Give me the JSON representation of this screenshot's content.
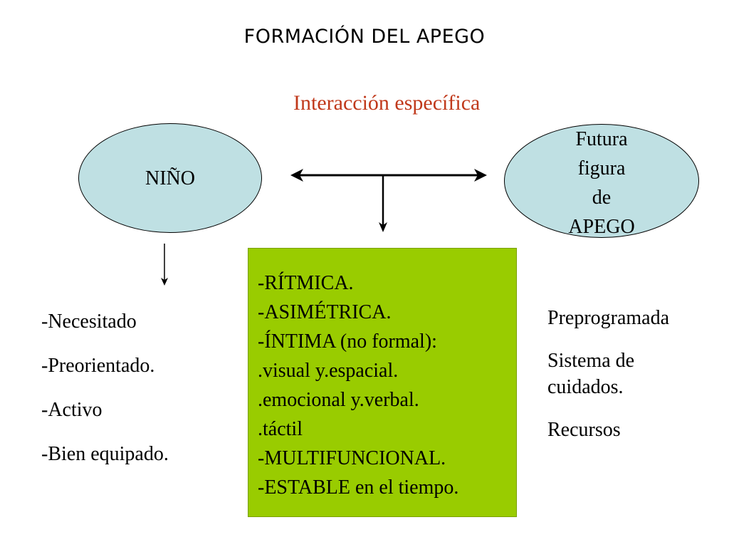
{
  "title": "FORMACIÓN DEL APEGO",
  "interaction_label": "Interacción específica",
  "interaction_label_color": "#c0391b",
  "node_fill_color": "#bfe0e3",
  "box_fill_color": "#99cc00",
  "nino_node": {
    "label": "NIÑO"
  },
  "figura_node": {
    "lines": [
      "Futura",
      "figura",
      "de",
      "APEGO"
    ]
  },
  "qualities": [
    "-RÍTMICA.",
    "-ASIMÉTRICA.",
    "-ÍNTIMA (no formal):",
    ".visual y.espacial.",
    ".emocional y.verbal.",
    ".táctil",
    "-MULTIFUNCIONAL.",
    "-ESTABLE en el tiempo."
  ],
  "nino_traits": [
    "-Necesitado",
    "-Preorientado.",
    "-Activo",
    "-Bien equipado."
  ],
  "figura_traits": [
    "Preprogramada",
    "Sistema de",
    "cuidados.",
    "Recursos"
  ]
}
